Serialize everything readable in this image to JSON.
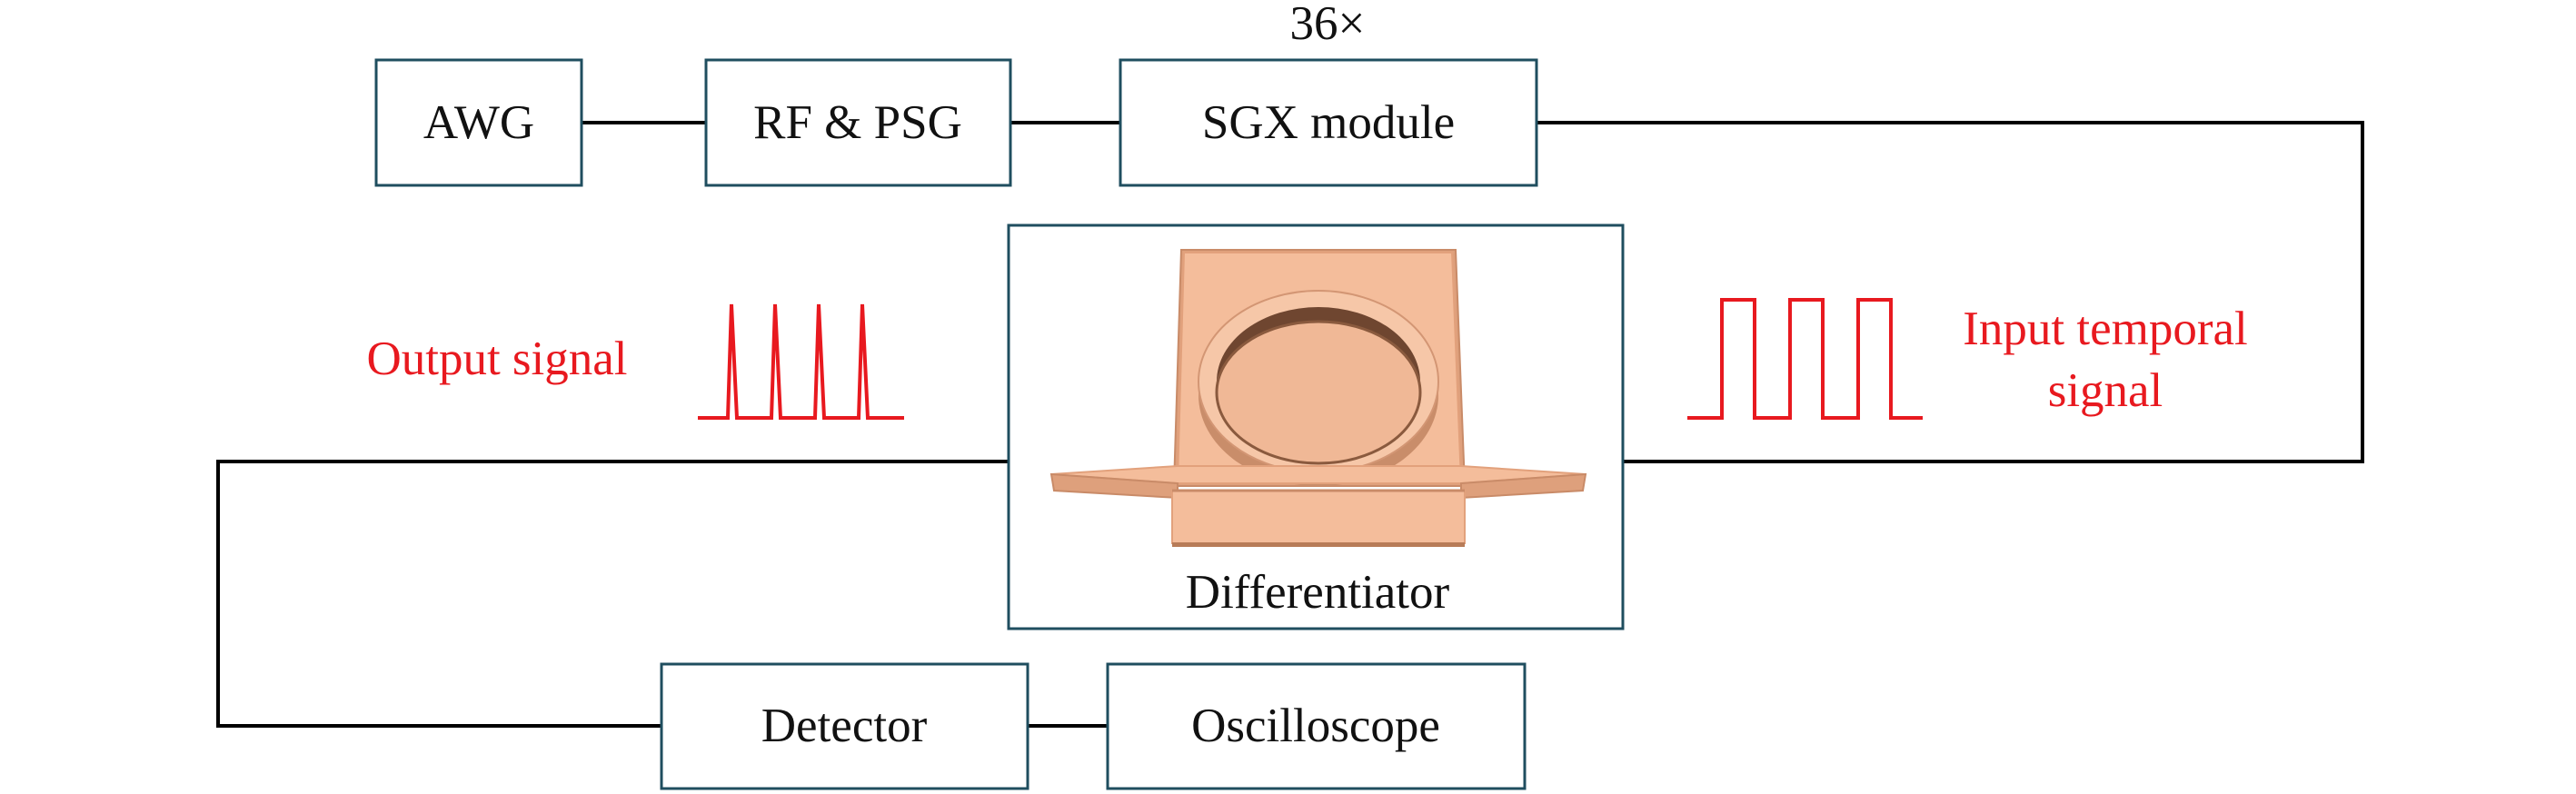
{
  "blocks": {
    "awg": "AWG",
    "rf_psg": "RF & PSG",
    "sgx_multiplier": "36×",
    "sgx": "SGX module",
    "differentiator": "Differentiator",
    "detector": "Detector",
    "oscilloscope": "Oscilloscope"
  },
  "signals": {
    "output": "Output signal",
    "input_line1": "Input temporal",
    "input_line2": "signal"
  },
  "colors": {
    "box_border": "#1f4e5f",
    "signal": "#e8191f",
    "chip": "#f4bd9b"
  }
}
